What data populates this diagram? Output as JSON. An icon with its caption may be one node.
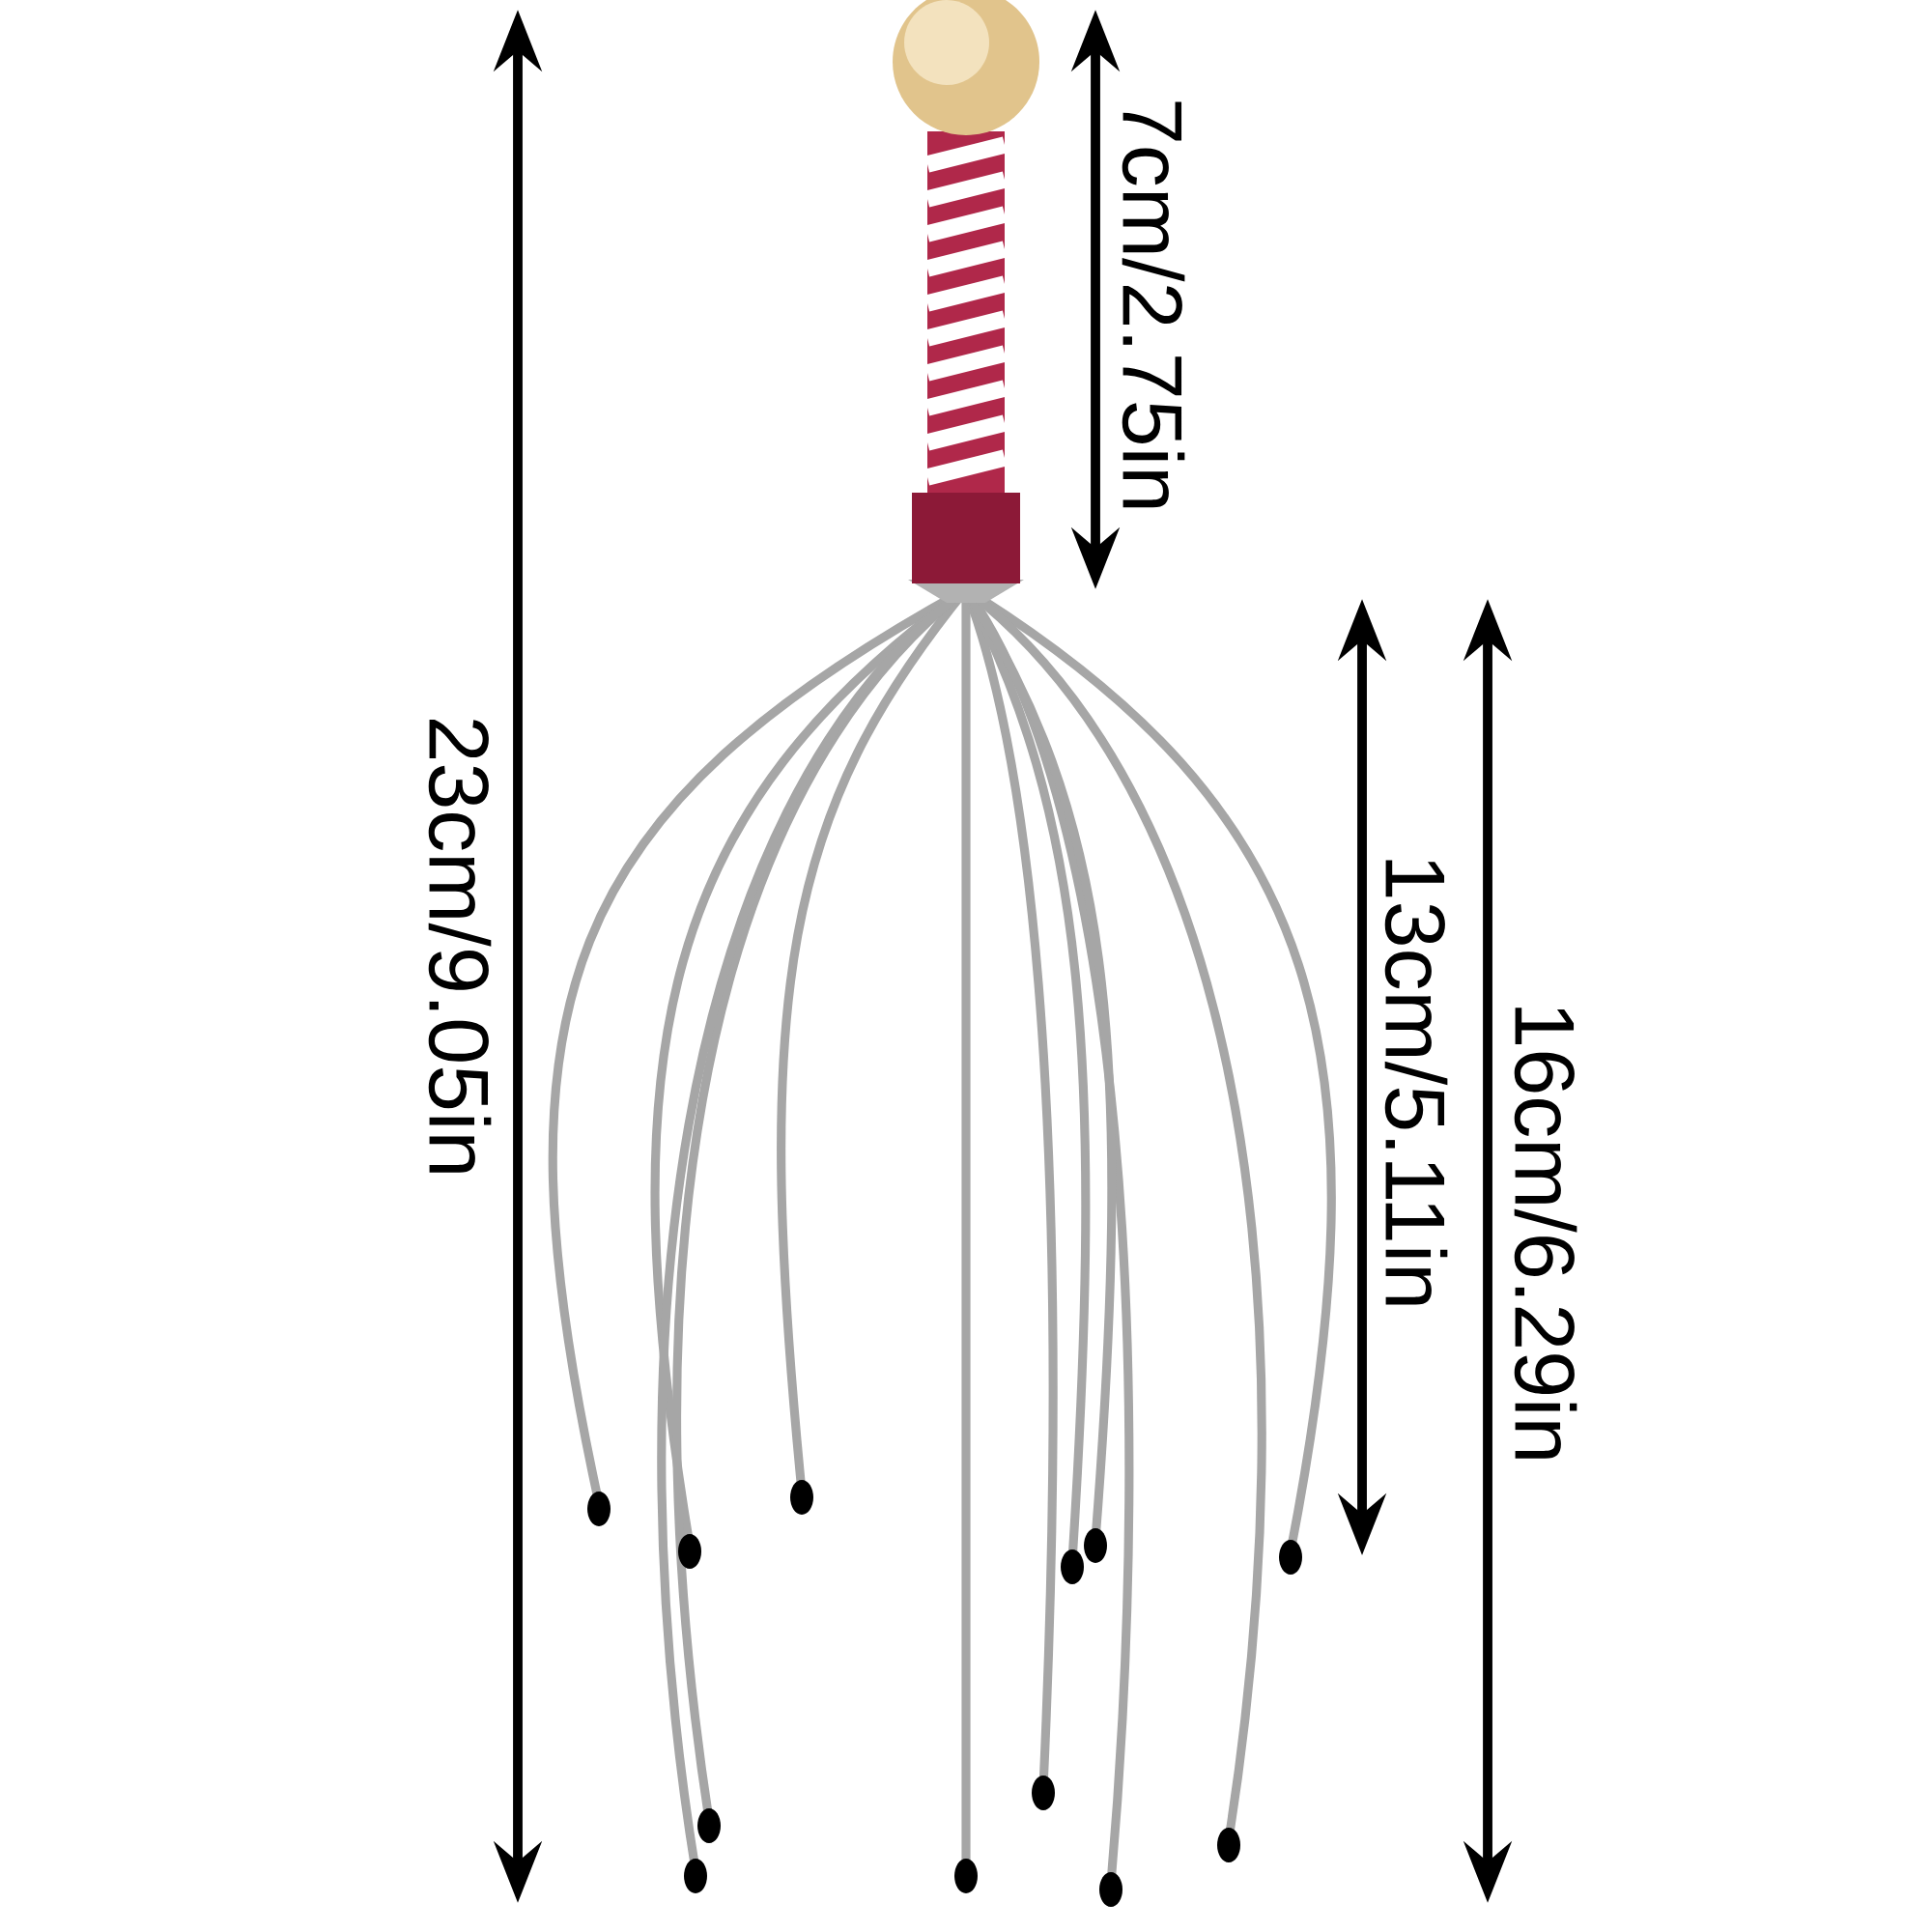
{
  "diagram": {
    "labels": [
      "23cm/9.05in",
      "7cm/2.75in",
      "13cm/5.11in",
      "16cm/6.29in"
    ]
  }
}
